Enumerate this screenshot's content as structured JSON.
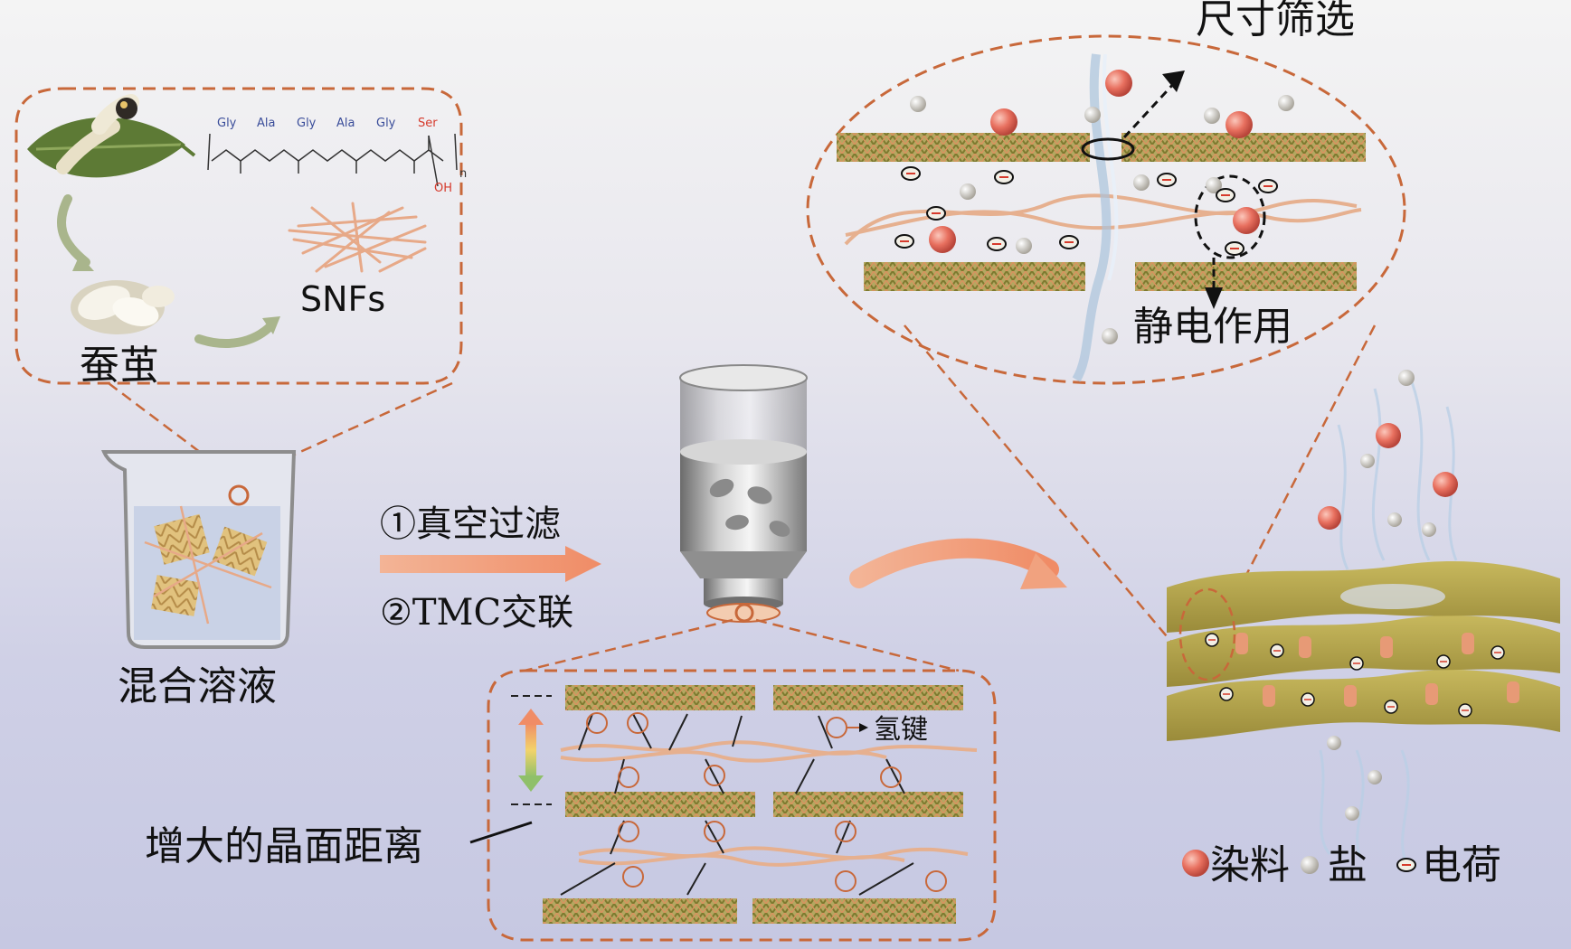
{
  "labels": {
    "silkworm_cocoon": "蚕茧",
    "snfs": "SNFs",
    "mixed_solution": "混合溶液",
    "step1": "①真空过滤",
    "step2": "②TMC交联",
    "size_sieving": "尺寸筛选",
    "electrostatic": "静电作用",
    "hydrogen_bond": "氢键",
    "increased_spacing": "增大的晶面距离"
  },
  "peptide": {
    "residues": [
      "Gly",
      "Ala",
      "Gly",
      "Ala",
      "Gly",
      "Ser"
    ],
    "oh": "OH",
    "n": "n"
  },
  "legend": {
    "dye": "染料",
    "salt": "盐",
    "charge": "电荷"
  },
  "colors": {
    "dashed_outline": "#c8683a",
    "fiber": "#f0c2a4",
    "sheet": "#9a8f3c",
    "membrane": "#a99a45",
    "dye": "#e8705f",
    "salt": "#d9d6cf",
    "arrow": "#f1a27f",
    "ser_red": "#d63a2c",
    "residue_blue": "#3a4d9a"
  }
}
